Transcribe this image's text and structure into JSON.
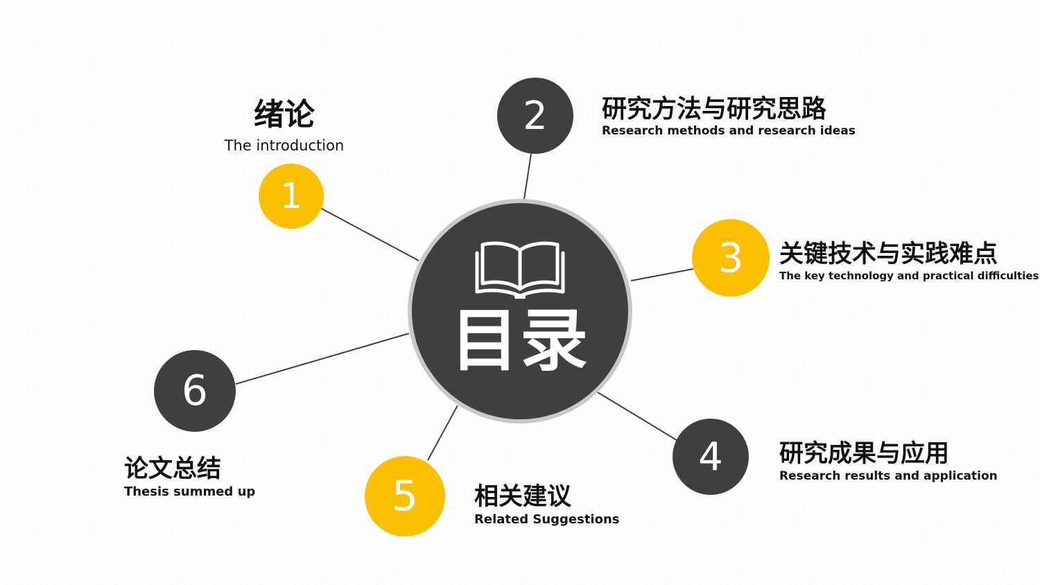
{
  "center": {
    "title": "目录",
    "icon": "open-book-icon"
  },
  "colors": {
    "dark": "#3f3f3f",
    "accent": "#fcc000",
    "ring": "#c8c8c8",
    "line": "#3f3f48"
  },
  "items": [
    {
      "number": "1",
      "title": "绪论",
      "subtitle": "The introduction"
    },
    {
      "number": "2",
      "title": "研究方法与研究思路",
      "subtitle": "Research methods and research ideas"
    },
    {
      "number": "3",
      "title": "关键技术与实践难点",
      "subtitle": "The key technology and practical difficulties"
    },
    {
      "number": "4",
      "title": "研究成果与应用",
      "subtitle": "Research results and application"
    },
    {
      "number": "5",
      "title": "相关建议",
      "subtitle": "Related Suggestions"
    },
    {
      "number": "6",
      "title": "论文总结",
      "subtitle": "Thesis summed up"
    }
  ]
}
